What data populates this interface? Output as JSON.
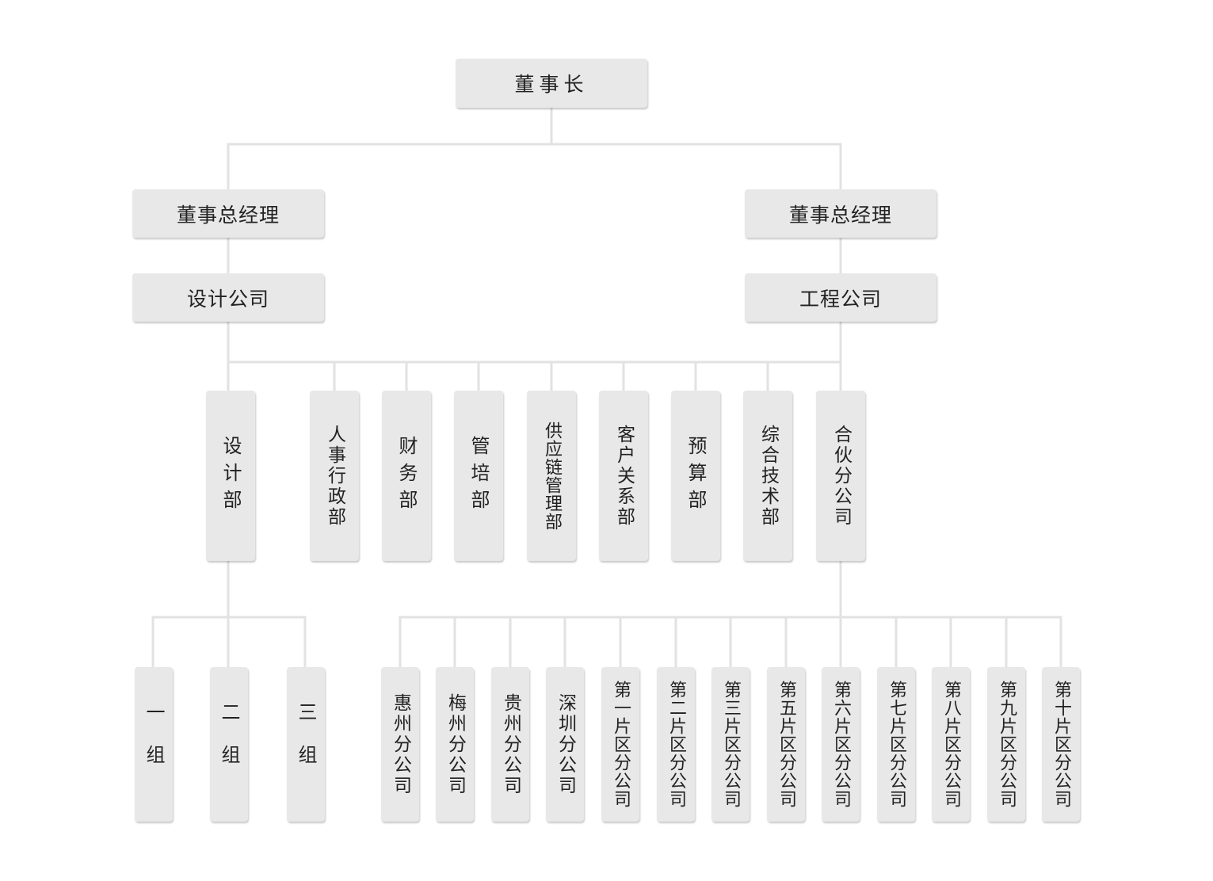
{
  "chairman": "董事长",
  "gm_left": "董事总经理",
  "gm_right": "董事总经理",
  "design_company": "设计公司",
  "engineering_company": "工程公司",
  "departments": {
    "design": "设计部",
    "hr_admin": "人事行政部",
    "finance": "财务部",
    "management_training": "管培部",
    "supply_chain": "供应链管理部",
    "customer_relations": "客户关系部",
    "budget": "预算部",
    "general_tech": "综合技术部",
    "partner_branches": "合伙分公司"
  },
  "groups": {
    "g1": "一组",
    "g2": "二组",
    "g3": "三组"
  },
  "branches": {
    "huizhou": "惠州分公司",
    "meizhou": "梅州分公司",
    "guizhou": "贵州分公司",
    "shenzhen": "深圳分公司",
    "zone1": "第一片区分公司",
    "zone2": "第二片区分公司",
    "zone3": "第三片区分公司",
    "zone5": "第五片区分公司",
    "zone6": "第六片区分公司",
    "zone7": "第七片区分公司",
    "zone8": "第八片区分公司",
    "zone9": "第九片区分公司",
    "zone10": "第十片区分公司"
  },
  "colors": {
    "box_fill": "#e8e8e8",
    "connector": "#e2e2e2",
    "text": "#222222"
  }
}
